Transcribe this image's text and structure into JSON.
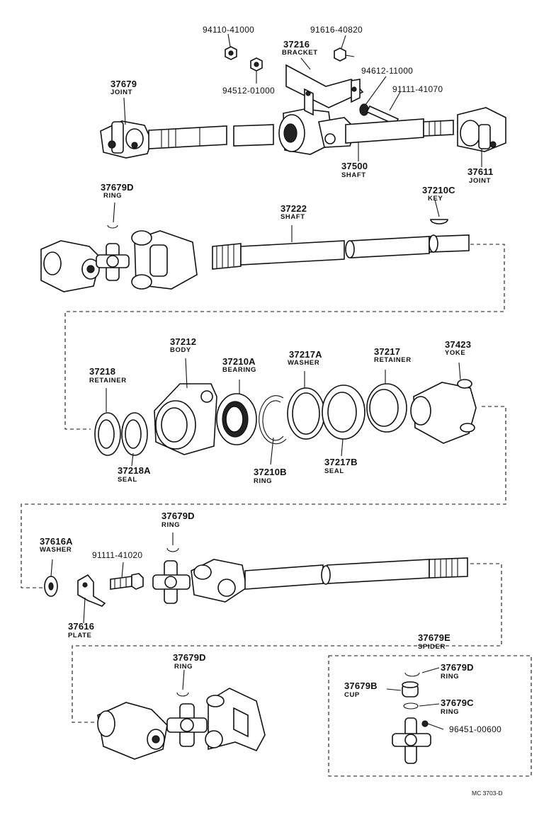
{
  "labels": {
    "p94110_41000": "94110-41000",
    "p91616_40820": "91616-40820",
    "p37216": "37216",
    "bracket": "BRACKET",
    "p94612_11000": "94612-11000",
    "p91111_41070": "91111-41070",
    "p94512_01000": "94512-01000",
    "p37679": "37679",
    "joint_a": "JOINT",
    "p37500": "37500",
    "shaft_a": "SHAFT",
    "p37611": "37611",
    "joint_b": "JOINT",
    "p37679D_a": "37679D",
    "ring_a": "RING",
    "p37222": "37222",
    "shaft_b": "SHAFT",
    "p37210C": "37210C",
    "key": "KEY",
    "p37212": "37212",
    "body": "BODY",
    "p37210A": "37210A",
    "bearing": "BEARING",
    "p37217A": "37217A",
    "washer_a": "WASHER",
    "p37217": "37217",
    "retainer_a": "RETAINER",
    "p37423": "37423",
    "yoke": "YOKE",
    "p37218": "37218",
    "retainer_b": "RETAINER",
    "p37218A": "37218A",
    "seal_a": "SEAL",
    "p37210B": "37210B",
    "ring_b": "RING",
    "p37217B": "37217B",
    "seal_b": "SEAL",
    "p37679D_b": "37679D",
    "ring_c": "RING",
    "p37616A": "37616A",
    "washer_b": "WASHER",
    "p91111_41020": "91111-41020",
    "p37616": "37616",
    "plate": "PLATE",
    "p37679E": "37679E",
    "spider": "SPIDER",
    "p37679D_c": "37679D",
    "ring_d": "RING",
    "p37679D_d": "37679D",
    "ring_e": "RING",
    "p37679B": "37679B",
    "cup": "CUP",
    "p37679C": "37679C",
    "ring_f": "RING",
    "p96451_00600": "96451-00600",
    "code": "MC 3703-D"
  }
}
